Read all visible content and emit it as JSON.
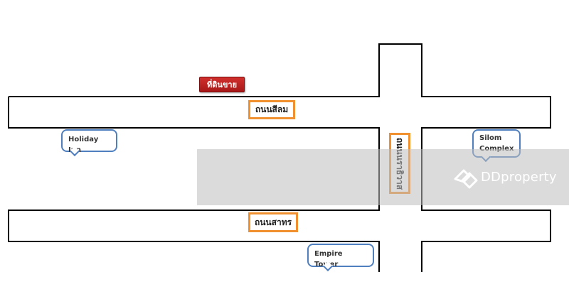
{
  "map": {
    "sale_tag": "ที่ดินขาย",
    "roads": {
      "silom": "ถนนสีลม",
      "sathorn": "ถนนสาทร",
      "narathiwat": "ถนนนราธิวาส"
    },
    "landmarks": {
      "holiday_inn": "Holiday Inn",
      "silom_complex_line1": "Silom",
      "silom_complex_line2": "Complex",
      "empire_tower": "Empire Tower"
    },
    "colors": {
      "road_outline": "#000000",
      "label_border": "#f0902f",
      "callout_border": "#4f7fbf",
      "sale_tag_bg": "#c02020"
    }
  },
  "watermark": {
    "brand": "DDproperty",
    "icon": "house-logo-icon"
  }
}
